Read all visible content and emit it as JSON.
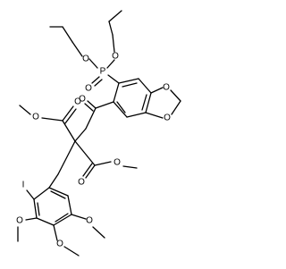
{
  "colors": {
    "bond": "#000000",
    "background": "#ffffff"
  },
  "molecule": {
    "atoms": {
      "o_top_left": "O",
      "o_top_right": "O",
      "p": "P",
      "o_phosphoryl": "O",
      "o_dioxole_upper": "O",
      "o_dioxole_lower": "O",
      "o_ketone": "O",
      "o_ester1_carbonyl": "O",
      "o_ester1_methoxy": "O",
      "o_ester2_carbonyl": "O",
      "o_ester2_methoxy": "O",
      "iodine": "I",
      "o_methoxy_ring_right": "O",
      "o_methoxy_ring_left": "O",
      "o_methoxy_ring_bottom": "O"
    }
  }
}
